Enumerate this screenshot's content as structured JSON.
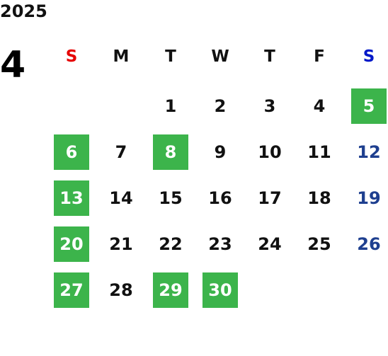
{
  "calendar": {
    "year": "2025",
    "month": "4",
    "weekdays": [
      "S",
      "M",
      "T",
      "W",
      "T",
      "F",
      "S"
    ],
    "weeks": [
      [
        "",
        "",
        "1",
        "2",
        "3",
        "4",
        "5"
      ],
      [
        "6",
        "7",
        "8",
        "9",
        "10",
        "11",
        "12"
      ],
      [
        "13",
        "14",
        "15",
        "16",
        "17",
        "18",
        "19"
      ],
      [
        "20",
        "21",
        "22",
        "23",
        "24",
        "25",
        "26"
      ],
      [
        "27",
        "28",
        "29",
        "30",
        "",
        "",
        ""
      ]
    ],
    "highlighted_days": [
      "5",
      "6",
      "8",
      "13",
      "20",
      "27",
      "29",
      "30"
    ],
    "colors": {
      "highlight": "#3cb44b",
      "sunday_header": "#e60000",
      "saturday_header": "#0018c8",
      "saturday_date": "#1e3f8f"
    }
  }
}
